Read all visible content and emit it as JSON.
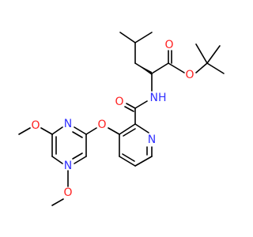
{
  "colors": {
    "bond": "#000000",
    "nitrogen": "#3030ff",
    "oxygen": "#ff2020",
    "background": "#ffffff"
  },
  "atom_labels": {
    "carbonyl_oxygen": "O",
    "amide_nh": "NH",
    "ester_oxygen_double": "O",
    "ester_oxygen_single": "O",
    "pyridine_nitrogen": "N",
    "ether_oxygen": "O",
    "pyrimidine_nitrogen_1": "N",
    "pyrimidine_nitrogen_2": "N",
    "methoxy_oxygen_top": "O",
    "methoxy_oxygen_bottom": "O"
  }
}
